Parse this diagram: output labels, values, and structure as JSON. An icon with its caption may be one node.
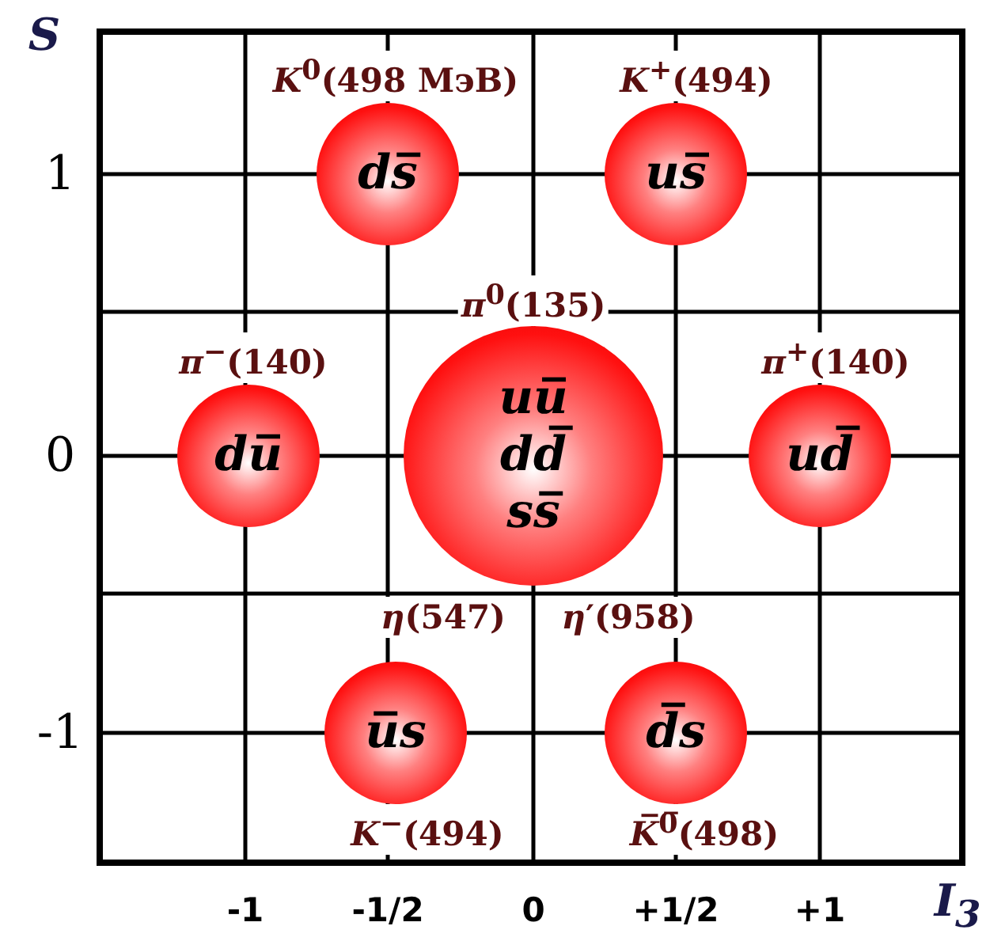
{
  "diagram": {
    "nodes": [
      {
        "text": [
          "ds̅"
        ],
        "beside": [
          "*K*$^{0}$(498 МэВ)"
        ]
      },
      {
        "text": [
          "us̅"
        ],
        "beside": [
          "*K*$^{+}$(494)"
        ]
      },
      {
        "text": [
          "du̅"
        ],
        "beside": [
          "*π*$^{−}$(140)"
        ]
      },
      {
        "text": [
          "uu̅",
          "dd̅",
          "ss̅"
        ],
        "beside": [
          "*π*$^{0}$(135)",
          "*η*(547)",
          "*η*′(958)"
        ]
      },
      {
        "text": [
          "ud̅"
        ],
        "beside": [
          "*π*$^{+}$(140)"
        ]
      },
      {
        "text": [
          "u̅s"
        ],
        "beside": [
          "*K*$^{−}$(494)"
        ]
      },
      {
        "text": [
          "d̅s"
        ],
        "beside": [
          "*K̅*$^{0̅}$(498)"
        ]
      }
    ],
    "labels": [
      "S",
      "1",
      "0",
      "-1",
      "-1",
      "-1/2",
      "0",
      "+1/2",
      "+1",
      "I$_{3}$"
    ]
  }
}
